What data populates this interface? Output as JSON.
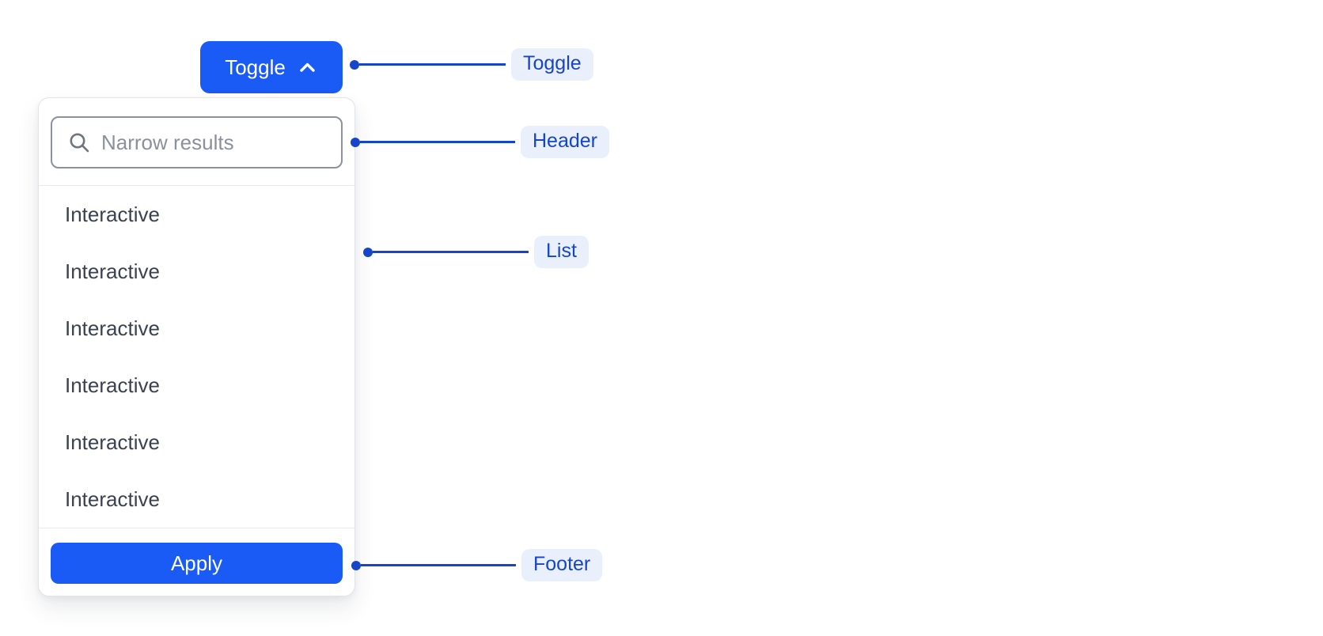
{
  "toggle": {
    "label": "Toggle",
    "icon": "chevron-up-icon"
  },
  "popover": {
    "search": {
      "placeholder": "Narrow results",
      "value": "",
      "icon": "search-icon"
    },
    "list": {
      "items": [
        "Interactive",
        "Interactive",
        "Interactive",
        "Interactive",
        "Interactive",
        "Interactive"
      ]
    },
    "footer": {
      "apply_label": "Apply"
    }
  },
  "annotations": {
    "toggle": "Toggle",
    "header": "Header",
    "list": "List",
    "footer": "Footer"
  },
  "colors": {
    "primary_blue": "#1a5bf6",
    "annotation_blue": "#1645c9",
    "annotation_pill_bg": "#e9f0fb",
    "list_text": "#3a4150",
    "placeholder_text": "#8a909c",
    "input_border": "#8b919e",
    "panel_border": "#e2e4e9"
  }
}
